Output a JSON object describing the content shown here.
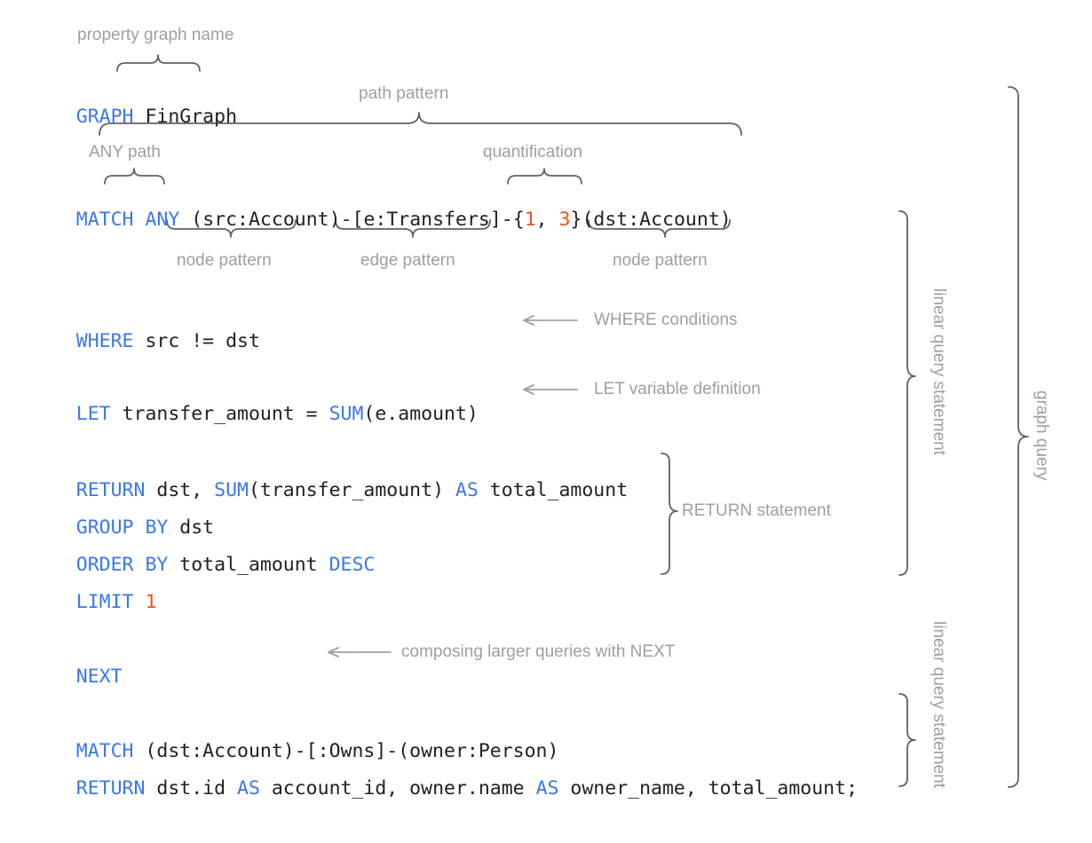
{
  "diagram": {
    "title": "GQL graph query anatomy",
    "colors": {
      "keyword": "#3B78E7",
      "number": "#F4511E",
      "plain": "#212121",
      "annotation": "#9AA0A6",
      "brace": "#5F6368",
      "background": "#FFFFFF"
    }
  },
  "code": {
    "line_graph": {
      "keyword": "GRAPH",
      "rest": " FinGraph"
    },
    "line_match": {
      "kw_match": "MATCH",
      "sp1": " ",
      "kw_any": "ANY",
      "sp2": " ",
      "node_src": "(src:Account)",
      "dash1": "-",
      "edge": "[e:Transfers]",
      "dash2": "-",
      "brace_open": "{",
      "q_min": "1",
      "q_comma": ", ",
      "q_max": "3",
      "brace_close": "}",
      "node_dst": "(dst:Account)"
    },
    "line_where": {
      "keyword": "WHERE",
      "rest": " src != dst"
    },
    "line_let": {
      "keyword": "LET",
      "mid": " transfer_amount = ",
      "fn": "SUM",
      "rest": "(e.amount)"
    },
    "line_return1": {
      "keyword": "RETURN",
      "mid": " dst, ",
      "fn": "SUM",
      "mid2": "(transfer_amount) ",
      "kw_as": "AS",
      "rest": " total_amount"
    },
    "line_groupby": {
      "keyword": "GROUP BY",
      "rest": " dst"
    },
    "line_orderby": {
      "keyword": "ORDER BY",
      "mid": " total_amount ",
      "kw_desc": "DESC"
    },
    "line_limit": {
      "keyword": "LIMIT",
      "sp": " ",
      "number": "1"
    },
    "line_next": {
      "keyword": "NEXT"
    },
    "line_match2": {
      "keyword": "MATCH",
      "rest": " (dst:Account)-[:Owns]-(owner:Person)"
    },
    "line_return2": {
      "keyword": "RETURN",
      "mid": " dst.id ",
      "kw_as1": "AS",
      "mid2": " account_id, owner.name ",
      "kw_as2": "AS",
      "rest": " owner_name, total_amount;"
    }
  },
  "annotations": {
    "property_graph_name": "property graph name",
    "path_pattern": "path pattern",
    "any_path": "ANY path",
    "quantification": "quantification",
    "node_pattern_1": "node pattern",
    "edge_pattern": "edge pattern",
    "node_pattern_2": "node pattern",
    "where_conditions": "WHERE conditions",
    "let_variable_definition": "LET variable definition",
    "return_statement": "RETURN statement",
    "composing_with_next": "composing larger queries with NEXT",
    "linear_query_statement_1": "linear query statement",
    "linear_query_statement_2": "linear query statement",
    "graph_query": "graph query"
  }
}
